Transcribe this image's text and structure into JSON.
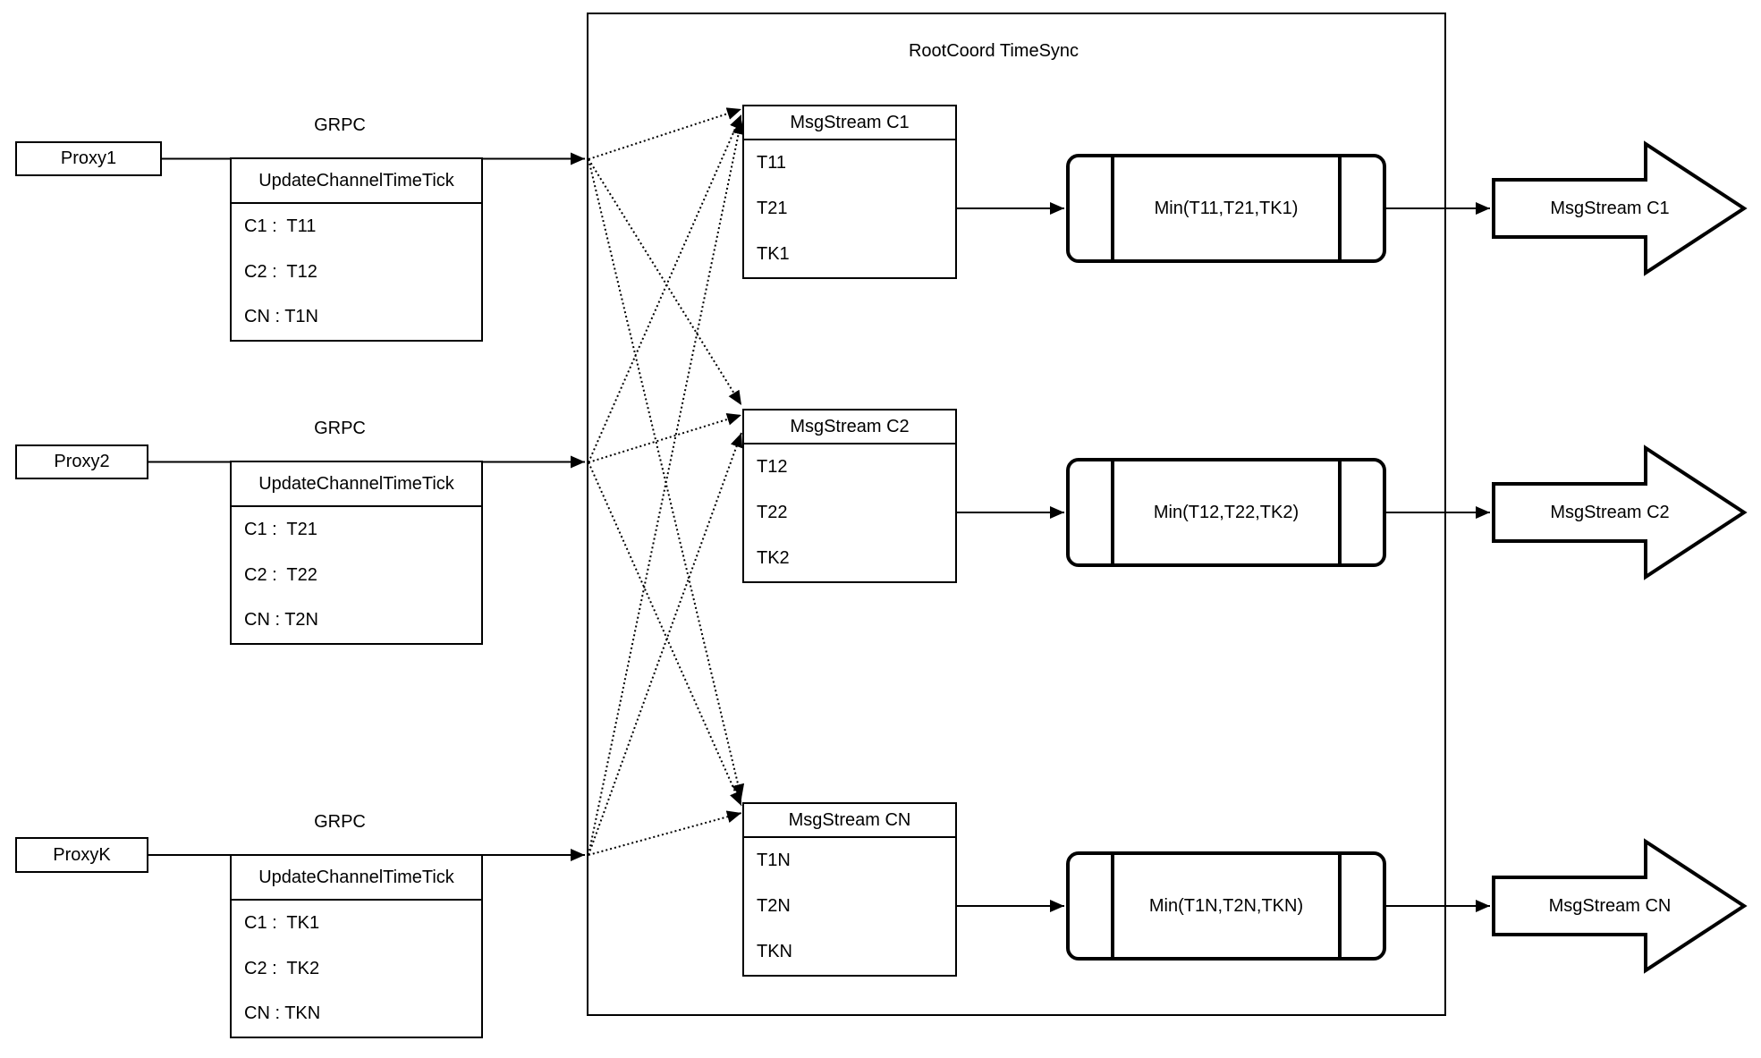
{
  "title": "RootCoord TimeSync",
  "proxies": [
    {
      "name": "Proxy1",
      "protocol": "GRPC",
      "message_title": "UpdateChannelTimeTick",
      "rows": [
        "C1 :  T11",
        "C2 :  T12",
        "CN : T1N"
      ]
    },
    {
      "name": "Proxy2",
      "protocol": "GRPC",
      "message_title": "UpdateChannelTimeTick",
      "rows": [
        "C1 :  T21",
        "C2 :  T22",
        "CN : T2N"
      ]
    },
    {
      "name": "ProxyK",
      "protocol": "GRPC",
      "message_title": "UpdateChannelTimeTick",
      "rows": [
        "C1 :  TK1",
        "C2 :  TK2",
        "CN : TKN"
      ]
    }
  ],
  "streams": [
    {
      "header": "MsgStream C1",
      "values": [
        "T11",
        "T21",
        "TK1"
      ],
      "min_label": "Min(T11,T21,TK1)",
      "output_label": "MsgStream C1"
    },
    {
      "header": "MsgStream C2",
      "values": [
        "T12",
        "T22",
        "TK2"
      ],
      "min_label": "Min(T12,T22,TK2)",
      "output_label": "MsgStream C2"
    },
    {
      "header": "MsgStream CN",
      "values": [
        "T1N",
        "T2N",
        "TKN"
      ],
      "min_label": "Min(T1N,T2N,TKN)",
      "output_label": "MsgStream CN"
    }
  ],
  "colors": {
    "stroke": "#000000",
    "background": "#ffffff"
  }
}
